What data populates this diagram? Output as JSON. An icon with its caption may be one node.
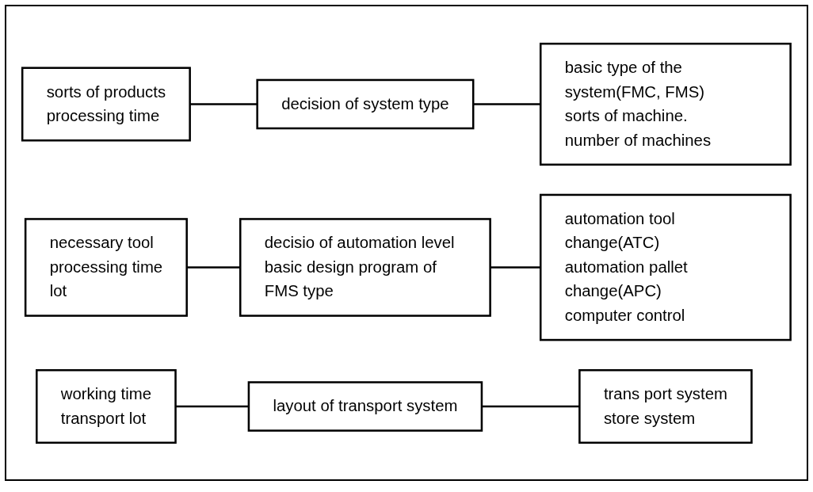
{
  "diagram": {
    "nodes": [
      {
        "text": [
          "sorts of products",
          "processing time"
        ]
      },
      {
        "text": [
          "decision of system type"
        ]
      },
      {
        "text": [
          "basic type of the system(FMC, FMS)",
          "sorts of machine.",
          "number of machines"
        ]
      },
      {
        "text": [
          "necessary tool",
          "processing time",
          "lot"
        ]
      },
      {
        "text": [
          "decisio of automation level",
          "basic design program of FMS type"
        ]
      },
      {
        "text": [
          "automation tool change(ATC)",
          "automation pallet change(APC)",
          "computer control"
        ]
      },
      {
        "text": [
          "working time",
          "transport lot"
        ]
      },
      {
        "text": [
          "layout of transport system"
        ]
      },
      {
        "text": [
          "trans port system",
          "store system"
        ]
      }
    ],
    "edges": [
      {
        "from": 0,
        "to": 1,
        "arrow": "none"
      },
      {
        "from": 1,
        "to": 2,
        "arrow": "none"
      },
      {
        "from": 3,
        "to": 4,
        "arrow": "none"
      },
      {
        "from": 4,
        "to": 5,
        "arrow": "none"
      },
      {
        "from": 6,
        "to": 7,
        "arrow": "none"
      },
      {
        "from": 7,
        "to": 8,
        "arrow": "none"
      }
    ]
  }
}
